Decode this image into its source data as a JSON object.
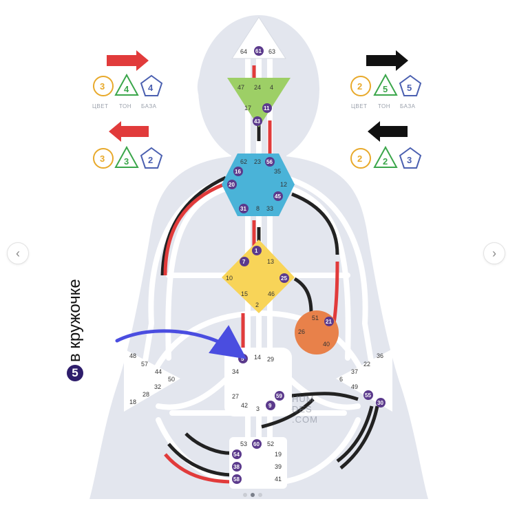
{
  "watermark": [
    "HUM",
    "DES",
    ".COM"
  ],
  "annotation": {
    "circle_number": "5",
    "text": "в кружочке"
  },
  "legend": {
    "left_top": {
      "arrow_color": "#e13b3b",
      "arrow_dir": "right",
      "values": [
        "3",
        "4",
        "4"
      ]
    },
    "left_labels": [
      "ЦВЕТ",
      "ТОН",
      "БАЗА"
    ],
    "left_bottom": {
      "arrow_color": "#e13b3b",
      "arrow_dir": "left",
      "values": [
        "3",
        "3",
        "2"
      ]
    },
    "right_top": {
      "arrow_color": "#111111",
      "arrow_dir": "right",
      "values": [
        "2",
        "5",
        "5"
      ]
    },
    "right_labels": [
      "ЦВЕТ",
      "ТОН",
      "БАЗА"
    ],
    "right_bottom": {
      "arrow_color": "#111111",
      "arrow_dir": "left",
      "values": [
        "2",
        "2",
        "3"
      ]
    },
    "shape_colors": {
      "circle": "#e8a92a",
      "triangle": "#3aa64a",
      "pentagon": "#4a5fb0"
    }
  },
  "centers": {
    "head": {
      "color": "#ffffff",
      "gates": [
        "64",
        "61",
        "63"
      ],
      "active": [
        "61"
      ]
    },
    "ajna": {
      "color": "#9dcf66",
      "gates": [
        "47",
        "24",
        "4",
        "17",
        "11",
        "43"
      ],
      "active": [
        "11",
        "43"
      ]
    },
    "throat": {
      "color": "#4ab3d8",
      "gates": [
        "62",
        "23",
        "56",
        "16",
        "35",
        "20",
        "12",
        "45",
        "31",
        "8",
        "33"
      ],
      "active": [
        "56",
        "16",
        "20",
        "45",
        "31"
      ]
    },
    "g": {
      "color": "#f8d458",
      "gates": [
        "1",
        "7",
        "13",
        "10",
        "25",
        "15",
        "46",
        "2"
      ],
      "active": [
        "1",
        "7",
        "25"
      ]
    },
    "heart": {
      "color": "#e8814a",
      "gates": [
        "51",
        "21",
        "26",
        "40"
      ],
      "active": [
        "21"
      ]
    },
    "sacral": {
      "color": "#ffffff",
      "gates": [
        "5",
        "14",
        "29",
        "34",
        "27",
        "59",
        "42",
        "3",
        "9"
      ],
      "active": [
        "5",
        "59",
        "9"
      ]
    },
    "spleen": {
      "color": "#ffffff",
      "gates": [
        "48",
        "57",
        "44",
        "50",
        "32",
        "28",
        "18"
      ],
      "active": []
    },
    "solar_plexus": {
      "color": "#ffffff",
      "gates": [
        "36",
        "22",
        "37",
        "6",
        "49",
        "55",
        "30"
      ],
      "active": [
        "55",
        "30"
      ]
    },
    "root": {
      "color": "#ffffff",
      "gates": [
        "53",
        "60",
        "52",
        "54",
        "19",
        "38",
        "39",
        "58",
        "41"
      ],
      "active": [
        "60",
        "54",
        "38",
        "58"
      ]
    }
  },
  "colors": {
    "body": "#e3e6ee",
    "channel": "#ffffff",
    "personality": "#222222",
    "design": "#e13b3b",
    "active_gate": "#5b3a8c",
    "annotation_arrow": "#4a4de0"
  }
}
